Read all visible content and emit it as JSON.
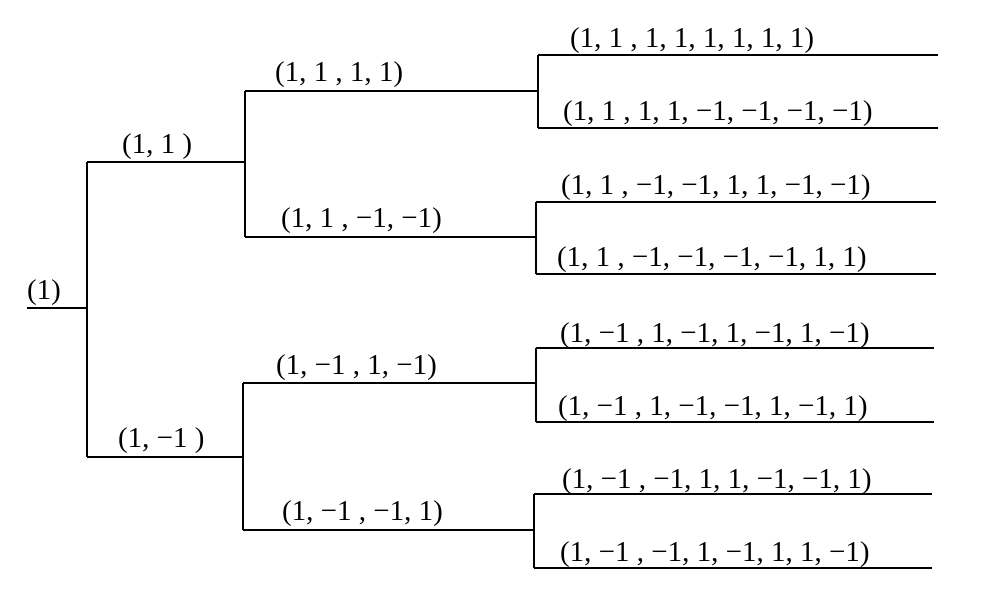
{
  "tree": {
    "root": {
      "label": "(1)"
    },
    "level1": [
      {
        "label": "(1, 1 )"
      },
      {
        "label": "(1, −1 )"
      }
    ],
    "level2": [
      {
        "label": "(1, 1 , 1, 1)"
      },
      {
        "label": "(1, 1 , −1, −1)"
      },
      {
        "label": "(1, −1 , 1, −1)"
      },
      {
        "label": "(1, −1 , −1, 1)"
      }
    ],
    "level3": [
      {
        "label": "(1, 1 , 1, 1, 1, 1, 1, 1)"
      },
      {
        "label": "(1, 1 , 1, 1, −1, −1, −1, −1)"
      },
      {
        "label": "(1, 1 , −1, −1, 1, 1, −1, −1)"
      },
      {
        "label": "(1, 1 , −1, −1, −1, −1, 1, 1)"
      },
      {
        "label": "(1, −1 , 1, −1, 1, −1, 1, −1)"
      },
      {
        "label": "(1, −1 , 1, −1, −1, 1, −1, 1)"
      },
      {
        "label": "(1, −1 , −1, 1, 1, −1, −1, 1)"
      },
      {
        "label": "(1, −1 , −1, 1, −1, 1, 1, −1)"
      }
    ]
  }
}
